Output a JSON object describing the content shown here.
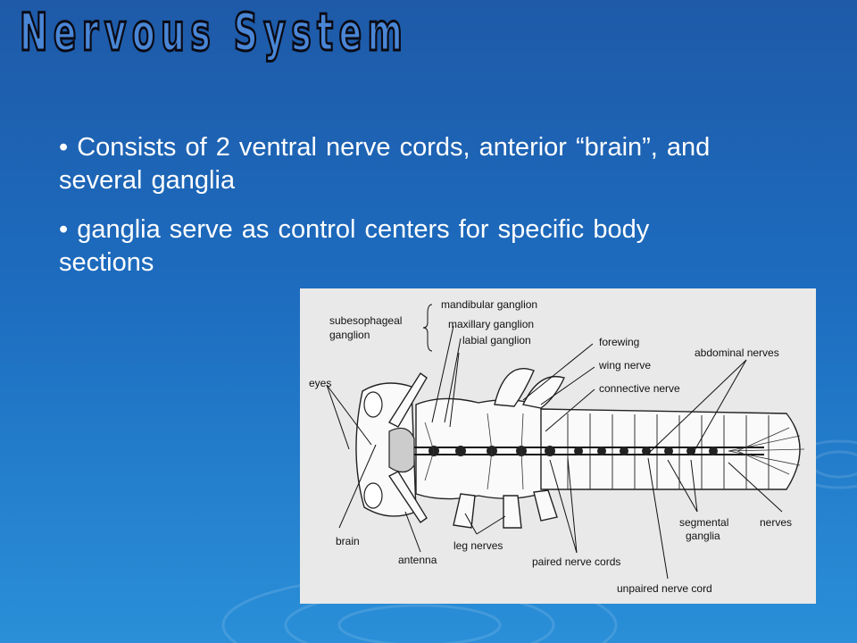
{
  "slide": {
    "title": "Nervous System",
    "bullets": [
      "• Consists of 2 ventral nerve cords, anterior “brain”, and several ganglia",
      "• ganglia serve as control centers for specific body sections"
    ]
  },
  "figure": {
    "labels": {
      "subesophageal_1": "subesophageal",
      "subesophageal_2": "ganglion",
      "mandibular": "mandibular ganglion",
      "maxillary": "maxillary ganglion",
      "labial": "labial ganglion",
      "forewing": "forewing",
      "wing_nerve": "wing nerve",
      "connective_nerve": "connective nerve",
      "abdominal_nerves": "abdominal nerves",
      "eyes": "eyes",
      "brain": "brain",
      "antenna": "antenna",
      "leg_nerves": "leg nerves",
      "paired_nerve_cords": "paired nerve cords",
      "unpaired_nerve_cord": "unpaired nerve cord",
      "segmental_1": "segmental",
      "segmental_2": "ganglia",
      "nerves": "nerves"
    }
  },
  "colors": {
    "background_top": "#1e5aa8",
    "background_bottom": "#2a8fd8",
    "title_fill": "#4a86d6",
    "text": "#ffffff",
    "figure_bg": "#e9e9e9"
  }
}
